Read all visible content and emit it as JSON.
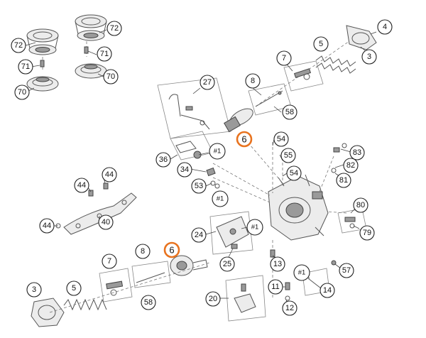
{
  "callouts": [
    {
      "id": "c72a",
      "text": "72",
      "hl": false
    },
    {
      "id": "c72b",
      "text": "72",
      "hl": false
    },
    {
      "id": "c71a",
      "text": "71",
      "hl": false
    },
    {
      "id": "c71b",
      "text": "71",
      "hl": false
    },
    {
      "id": "c70a",
      "text": "70",
      "hl": false
    },
    {
      "id": "c70b",
      "text": "70",
      "hl": false
    },
    {
      "id": "c4",
      "text": "4",
      "hl": false
    },
    {
      "id": "c5a",
      "text": "5",
      "hl": false
    },
    {
      "id": "c3a",
      "text": "3",
      "hl": false
    },
    {
      "id": "c7a",
      "text": "7",
      "hl": false
    },
    {
      "id": "c27",
      "text": "27",
      "hl": false
    },
    {
      "id": "c8a",
      "text": "8",
      "hl": false
    },
    {
      "id": "c58a",
      "text": "58",
      "hl": false
    },
    {
      "id": "c6a",
      "text": "6",
      "hl": true
    },
    {
      "id": "c54a",
      "text": "54",
      "hl": false
    },
    {
      "id": "c55",
      "text": "55",
      "hl": false
    },
    {
      "id": "c54b",
      "text": "54",
      "hl": false
    },
    {
      "id": "c36",
      "text": "36",
      "hl": false
    },
    {
      "id": "c1a",
      "text": "#1",
      "hl": false
    },
    {
      "id": "c34",
      "text": "34",
      "hl": false
    },
    {
      "id": "c53",
      "text": "53",
      "hl": false
    },
    {
      "id": "c1b",
      "text": "#1",
      "hl": false
    },
    {
      "id": "c83",
      "text": "83",
      "hl": false
    },
    {
      "id": "c82",
      "text": "82",
      "hl": false
    },
    {
      "id": "c81",
      "text": "81",
      "hl": false
    },
    {
      "id": "c44a",
      "text": "44",
      "hl": false
    },
    {
      "id": "c44b",
      "text": "44",
      "hl": false
    },
    {
      "id": "c44c",
      "text": "44",
      "hl": false
    },
    {
      "id": "c40",
      "text": "40",
      "hl": false
    },
    {
      "id": "c80",
      "text": "80",
      "hl": false
    },
    {
      "id": "c79",
      "text": "79",
      "hl": false
    },
    {
      "id": "c24",
      "text": "24",
      "hl": false
    },
    {
      "id": "c1c",
      "text": "#1",
      "hl": false
    },
    {
      "id": "c25",
      "text": "25",
      "hl": false
    },
    {
      "id": "c6b",
      "text": "6",
      "hl": true
    },
    {
      "id": "c8b",
      "text": "8",
      "hl": false
    },
    {
      "id": "c7b",
      "text": "7",
      "hl": false
    },
    {
      "id": "c13",
      "text": "13",
      "hl": false
    },
    {
      "id": "c57",
      "text": "57",
      "hl": false
    },
    {
      "id": "c1d",
      "text": "#1",
      "hl": false
    },
    {
      "id": "c3b",
      "text": "3",
      "hl": false
    },
    {
      "id": "c5b",
      "text": "5",
      "hl": false
    },
    {
      "id": "c58b",
      "text": "58",
      "hl": false
    },
    {
      "id": "c20",
      "text": "20",
      "hl": false
    },
    {
      "id": "c11",
      "text": "11",
      "hl": false
    },
    {
      "id": "c14",
      "text": "14",
      "hl": false
    },
    {
      "id": "c12",
      "text": "12",
      "hl": false
    }
  ]
}
